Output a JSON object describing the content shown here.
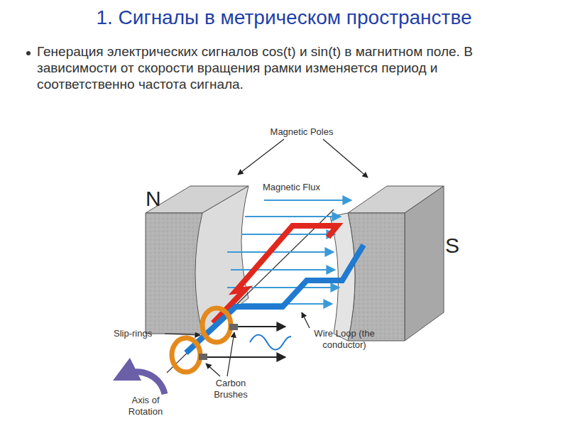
{
  "diagram": {
    "title": "1. Сигналы в метрическом пространстве",
    "labels": [
      "Генерация электрических сигналов cos(t) и sin(t) в магнитном поле. В зависимости от скорости вращения рамки изменяется период и соответственно частота сигнала.",
      "Magnetic Poles",
      "Magnetic Flux",
      "N",
      "S",
      "Slip-rings",
      "Wire Loop (the conductor)",
      "Carbon Brushes",
      "Axis of Rotation"
    ]
  }
}
